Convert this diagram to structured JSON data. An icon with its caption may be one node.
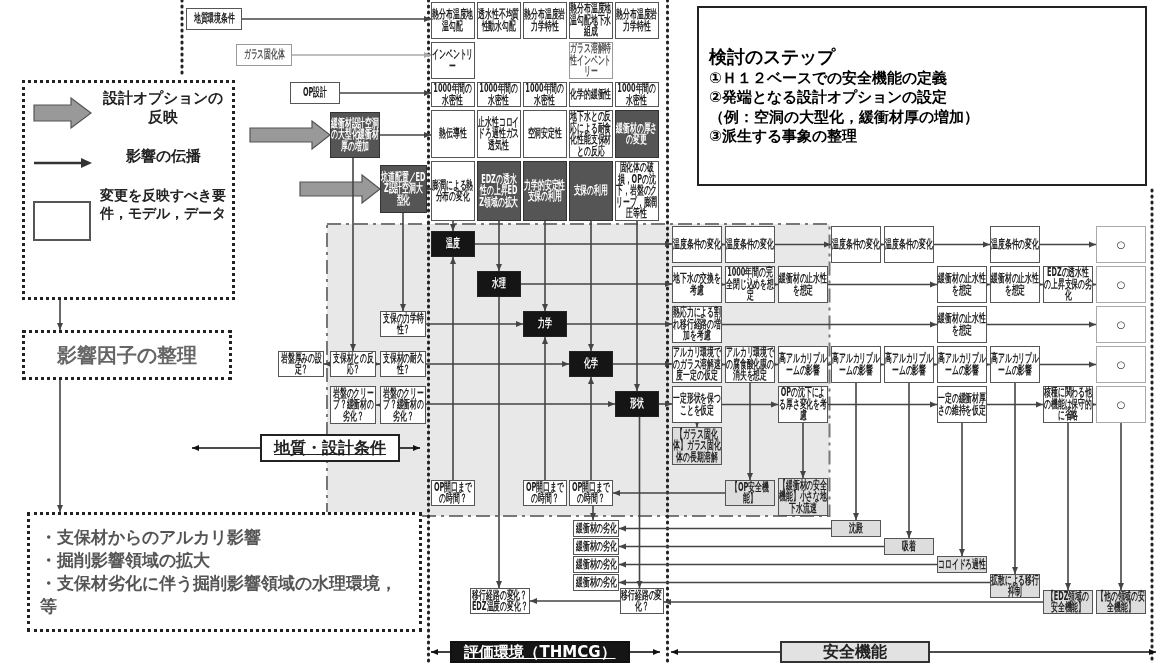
{
  "diagram": {
    "nodes": [
      {
        "text": [
          "地質環境条件"
        ]
      },
      {
        "text": [
          "ガラス固化体"
        ]
      },
      {
        "text": [
          "OP設計"
        ]
      },
      {
        "text": [
          "緩衝材設計空洞の大型化緩衝材厚の増加"
        ]
      },
      {
        "text": [
          "坑道配置／EDZ設計空洞大型化"
        ]
      },
      {
        "text": [
          "熱分布温度地温勾配"
        ]
      },
      {
        "text": [
          "透水性不均質性動水勾配"
        ]
      },
      {
        "text": [
          "熱分布温度岩力学特性"
        ]
      },
      {
        "text": [
          "熱分布温度地温勾配地下水組成"
        ]
      },
      {
        "text": [
          "熱分布温度岩力学特性"
        ]
      },
      {
        "text": [
          "インベントリー"
        ]
      },
      {
        "text": [
          "ガラス溶解特性インベントリー"
        ]
      },
      {
        "text": [
          "1000年間の水密性"
        ]
      },
      {
        "text": [
          "1000年間の水密性"
        ]
      },
      {
        "text": [
          "1000年間の水密性"
        ]
      },
      {
        "text": [
          "化学的緩衝性"
        ]
      },
      {
        "text": [
          "1000年間の水密性"
        ]
      },
      {
        "text": [
          "熱伝導性"
        ]
      },
      {
        "text": [
          "止水性コロイドろ過性ガス透気性"
        ]
      },
      {
        "text": [
          "空洞安定性"
        ]
      },
      {
        "text": [
          "地下水との反応による耐食化性能支保材との反応"
        ]
      },
      {
        "text": [
          "緩衝材の厚さの変更"
        ]
      },
      {
        "text": [
          "膨潤による熱分布の変化"
        ]
      },
      {
        "text": [
          "EDZの透水性の上昇EDZ領域の拡大"
        ]
      },
      {
        "text": [
          "力学的安定性支保の利用"
        ]
      },
      {
        "text": [
          "支保の利用"
        ]
      },
      {
        "text": [
          "固化体の破損，OPの沈下，岩盤のクリープ，膨潤圧等性"
        ]
      },
      {
        "text": [
          "検討のステップ",
          "①Ｈ１２ベースでの安全機能の定義",
          "②発端となる設計オプションの設定",
          "（例：空洞の大型化，緩衝材厚の増加）",
          "③派生する事象の整理"
        ]
      },
      {
        "text": [
          "温度"
        ]
      },
      {
        "text": [
          "温度条件の変化"
        ]
      },
      {
        "text": [
          "温度条件の変化"
        ]
      },
      {
        "text": [
          "温度条件の変化"
        ]
      },
      {
        "text": [
          "温度条件の変化"
        ]
      },
      {
        "text": [
          "温度条件の変化"
        ]
      },
      {
        "text": [
          "○"
        ]
      },
      {
        "text": [
          "水理"
        ]
      },
      {
        "text": [
          "地下水の交換を考慮"
        ]
      },
      {
        "text": [
          "1000年間の完全閉じ込めを想定"
        ]
      },
      {
        "text": [
          "緩衝材の止水性を想定"
        ]
      },
      {
        "text": [
          "緩衝材の止水性を想定"
        ]
      },
      {
        "text": [
          "緩衝材の止水性を想定"
        ]
      },
      {
        "text": [
          "EDZの透水性の上昇支保の劣化"
        ]
      },
      {
        "text": [
          "○"
        ]
      },
      {
        "text": [
          "支保の力学特性？"
        ]
      },
      {
        "text": [
          "力学"
        ]
      },
      {
        "text": [
          "熱応力による割れ移行経路の増加を考慮"
        ]
      },
      {
        "text": [
          "緩衝材の止水性を想定"
        ]
      },
      {
        "text": [
          "○"
        ]
      },
      {
        "text": [
          "岩盤厚みの設定？"
        ]
      },
      {
        "text": [
          "支保材との反応？"
        ]
      },
      {
        "text": [
          "支保材の耐久性？"
        ]
      },
      {
        "text": [
          "化学"
        ]
      },
      {
        "text": [
          "アルカリ環境でのガラス溶解速度一定の仮定"
        ]
      },
      {
        "text": [
          "アルカリ環境での腐食酸化膜の消失を想定"
        ]
      },
      {
        "text": [
          "高アルカリプルームの影響"
        ]
      },
      {
        "text": [
          "高アルカリプルームの影響"
        ]
      },
      {
        "text": [
          "高アルカリプルームの影響"
        ]
      },
      {
        "text": [
          "高アルカリプルームの影響"
        ]
      },
      {
        "text": [
          "高アルカリプルームの影響"
        ]
      },
      {
        "text": [
          "○"
        ]
      },
      {
        "text": [
          "岩盤のクリープ？緩衝材の劣化？"
        ]
      },
      {
        "text": [
          "岩盤のクリープ？緩衝材の劣化？"
        ]
      },
      {
        "text": [
          "形状"
        ]
      },
      {
        "text": [
          "一定形状を保つことを仮定"
        ]
      },
      {
        "text": [
          "OPの沈下による厚さ変化を考慮"
        ]
      },
      {
        "text": [
          "一定の緩衝材厚さの維持を仮定"
        ]
      },
      {
        "text": [
          "核種に関わる他の機能は保守的に省略"
        ]
      },
      {
        "text": [
          "○"
        ]
      },
      {
        "text": [
          "【ガラス固化体】ガラス固化体の長期溶解"
        ]
      },
      {
        "text": [
          "OP開口までの時間？"
        ]
      },
      {
        "text": [
          "OP開口までの時間？"
        ]
      },
      {
        "text": [
          "OP開口までの時間？"
        ]
      },
      {
        "text": [
          "【OP安全機能】"
        ]
      },
      {
        "text": [
          "影響因子の整理"
        ]
      },
      {
        "text": [
          "地質・設計条件"
        ]
      },
      {
        "text": [
          "【緩衝材の安全機能】小さな地下水流速"
        ]
      },
      {
        "text": [
          "緩衝材の劣化"
        ]
      },
      {
        "text": [
          "沈殿"
        ]
      },
      {
        "text": [
          "緩衝材の劣化"
        ]
      },
      {
        "text": [
          "吸着"
        ]
      },
      {
        "text": [
          "緩衝材の劣化"
        ]
      },
      {
        "text": [
          "コロイドろ過性"
        ]
      },
      {
        "text": [
          "緩衝材の劣化"
        ]
      },
      {
        "text": [
          "拡散による移行抑制"
        ]
      },
      {
        "text": [
          "・支保材からのアルカリ影響",
          "・掘削影響領域の拡大",
          "・支保材劣化に伴う掘削影響領域の水理環境，等"
        ]
      },
      {
        "text": [
          "移行経路の変化？EDZ温度の変化？"
        ]
      },
      {
        "text": [
          "移行経路の変化？"
        ]
      },
      {
        "text": [
          "【EDZ領域の安全機能】"
        ]
      },
      {
        "text": [
          "【他の領域の安全機能】"
        ]
      },
      {
        "text": [
          "評価環境（THMCG）"
        ]
      },
      {
        "text": [
          "安全機能"
        ]
      }
    ],
    "edges": [
      {
        "from": 0,
        "to": 5,
        "arrow": "to"
      },
      {
        "from": 1,
        "to": 10,
        "arrow": "to",
        "color": "#aaaaaa"
      },
      {
        "from": 2,
        "to": 12,
        "arrow": "to"
      },
      {
        "from": 3,
        "to": 17,
        "arrow": "to"
      },
      {
        "from": 4,
        "to": 22,
        "arrow": "to"
      },
      {
        "from": null,
        "to": 3,
        "arrow": "to",
        "style": "thick",
        "color": "#999999"
      },
      {
        "from": null,
        "to": 4,
        "arrow": "to",
        "style": "thick",
        "color": "#999999"
      },
      {
        "from": 22,
        "to": 28,
        "arrow": "to"
      },
      {
        "from": 23,
        "to": 35,
        "arrow": "to"
      },
      {
        "from": 24,
        "to": 44,
        "arrow": "to"
      },
      {
        "from": 25,
        "to": 51,
        "arrow": "to"
      },
      {
        "from": 26,
        "to": 62,
        "arrow": "to"
      },
      {
        "from": 28,
        "to": 29,
        "arrow": "to"
      },
      {
        "from": 29,
        "to": 30,
        "arrow": "to"
      },
      {
        "from": 30,
        "to": 31,
        "arrow": "to"
      },
      {
        "from": 31,
        "to": 32,
        "arrow": "to"
      },
      {
        "from": 32,
        "to": 33,
        "arrow": "to"
      },
      {
        "from": 33,
        "to": 34,
        "arrow": "to"
      },
      {
        "from": 35,
        "to": 36,
        "arrow": "to"
      },
      {
        "from": 36,
        "to": 37,
        "arrow": "to"
      },
      {
        "from": 37,
        "to": 38,
        "arrow": "to"
      },
      {
        "from": 38,
        "to": 39,
        "arrow": "to"
      },
      {
        "from": 39,
        "to": 40,
        "arrow": "to"
      },
      {
        "from": 40,
        "to": 41,
        "arrow": "to"
      },
      {
        "from": 41,
        "to": 42,
        "arrow": "to"
      },
      {
        "from": 44,
        "to": 45,
        "arrow": "to"
      },
      {
        "from": 45,
        "to": 46,
        "arrow": "to"
      },
      {
        "from": 46,
        "to": 47,
        "arrow": "to"
      },
      {
        "from": 51,
        "to": 52,
        "arrow": "to"
      },
      {
        "from": 52,
        "to": 53,
        "arrow": "to"
      },
      {
        "from": 53,
        "to": 54,
        "arrow": "to"
      },
      {
        "from": 54,
        "to": 55,
        "arrow": "to"
      },
      {
        "from": 55,
        "to": 56,
        "arrow": "to"
      },
      {
        "from": 56,
        "to": 57,
        "arrow": "to"
      },
      {
        "from": 57,
        "to": 58,
        "arrow": "to"
      },
      {
        "from": 58,
        "to": 59,
        "arrow": "to"
      },
      {
        "from": 62,
        "to": 63,
        "arrow": "to"
      },
      {
        "from": 63,
        "to": 64,
        "arrow": "to"
      },
      {
        "from": 64,
        "to": 65,
        "arrow": "to"
      },
      {
        "from": 65,
        "to": 66,
        "arrow": "to"
      },
      {
        "from": 66,
        "to": 67,
        "arrow": "to"
      },
      {
        "from": 3,
        "to": 49,
        "arrow": "to"
      },
      {
        "from": 4,
        "to": 43,
        "arrow": "to"
      },
      {
        "from": 43,
        "to": 44,
        "arrow": "to"
      },
      {
        "from": 49,
        "to": 48,
        "arrow": "to"
      },
      {
        "from": 49,
        "to": 50,
        "arrow": "to"
      },
      {
        "from": 50,
        "to": 51,
        "arrow": "to"
      },
      {
        "from": 61,
        "to": 60,
        "arrow": "to"
      },
      {
        "from": 61,
        "to": 62,
        "arrow": "to"
      },
      {
        "from": 69,
        "to": 28,
        "arrow": "to"
      },
      {
        "from": 70,
        "to": 44,
        "arrow": "to"
      },
      {
        "from": 71,
        "to": 51,
        "arrow": "to"
      },
      {
        "from": 72,
        "to": 71,
        "arrow": "to"
      },
      {
        "from": 63,
        "to": 68,
        "arrow": "to"
      },
      {
        "from": 53,
        "to": 72,
        "arrow": "to"
      },
      {
        "from": 64,
        "to": 75,
        "arrow": "to"
      },
      {
        "from": 55,
        "to": 77,
        "arrow": "to"
      },
      {
        "from": 56,
        "to": 79,
        "arrow": "to"
      },
      {
        "from": 65,
        "to": 81,
        "arrow": "to"
      },
      {
        "from": 58,
        "to": 83,
        "arrow": "to"
      },
      {
        "from": 66,
        "to": 87,
        "arrow": "to"
      },
      {
        "from": 67,
        "to": 88,
        "arrow": "to"
      },
      {
        "from": 77,
        "to": 76,
        "arrow": "to"
      },
      {
        "from": 79,
        "to": 78,
        "arrow": "to"
      },
      {
        "from": 81,
        "to": 80,
        "arrow": "to"
      },
      {
        "from": 83,
        "to": 82,
        "arrow": "to"
      },
      {
        "from": 87,
        "to": 86,
        "arrow": "to"
      },
      {
        "from": 86,
        "to": 85,
        "arrow": "to"
      },
      {
        "from": 62,
        "to": 86,
        "arrow": "to"
      },
      {
        "from": 35,
        "to": 85,
        "arrow": "to"
      },
      {
        "from": 71,
        "to": 76,
        "arrow": "to"
      },
      {
        "from": null,
        "to": 73,
        "arrow": "to"
      },
      {
        "from": 73,
        "to": 84,
        "arrow": "to"
      },
      {
        "from": 74,
        "to": null,
        "arrow": "to",
        "color": "#111111"
      },
      {
        "from": 74,
        "to": null,
        "arrow": "to",
        "color": "#111111"
      },
      {
        "from": 89,
        "to": null,
        "arrow": "to",
        "color": "#111111"
      },
      {
        "from": 89,
        "to": null,
        "arrow": "to",
        "color": "#111111"
      },
      {
        "from": 90,
        "to": null,
        "arrow": "to",
        "color": "#111111"
      },
      {
        "from": 90,
        "to": null,
        "arrow": "to",
        "color": "#111111"
      }
    ],
    "legend": [
      {
        "text": "設計オプションの反映"
      },
      {
        "text": "影響の伝播"
      },
      {
        "text": "変更を反映すべき要件，モデル，データ"
      }
    ]
  }
}
